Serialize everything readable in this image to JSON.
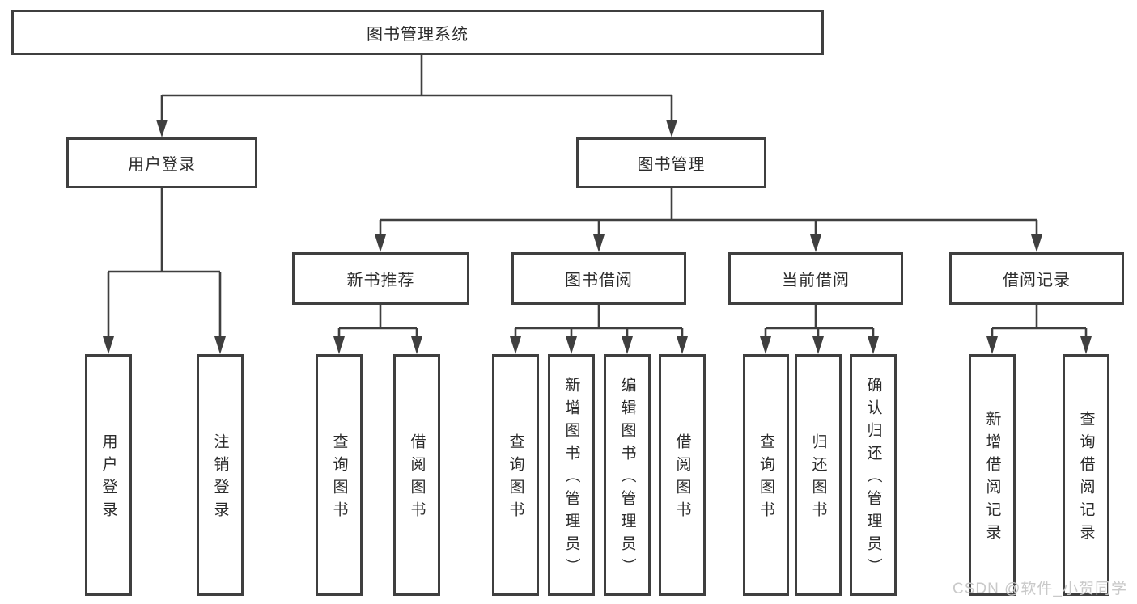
{
  "diagram": {
    "type": "hierarchy-chart",
    "colors": {
      "line": "#3f3f3f",
      "text": "#2b2b2b",
      "watermark": "#c9c9c9",
      "background": "#ffffff"
    },
    "root": {
      "label": "图书管理系统"
    },
    "level2": [
      {
        "id": "user-login",
        "label": "用户登录",
        "parent": "图书管理系统"
      },
      {
        "id": "book-management",
        "label": "图书管理",
        "parent": "图书管理系统"
      }
    ],
    "level3": [
      {
        "id": "new-book-recommend",
        "label": "新书推荐",
        "parent": "图书管理"
      },
      {
        "id": "book-borrowing",
        "label": "图书借阅",
        "parent": "图书管理"
      },
      {
        "id": "current-borrowing",
        "label": "当前借阅",
        "parent": "图书管理"
      },
      {
        "id": "borrowing-records",
        "label": "借阅记录",
        "parent": "图书管理"
      }
    ],
    "leaves": [
      {
        "label": "用户登录",
        "parent": "用户登录"
      },
      {
        "label": "注销登录",
        "parent": "用户登录"
      },
      {
        "label": "查询图书",
        "parent": "新书推荐"
      },
      {
        "label": "借阅图书",
        "parent": "新书推荐"
      },
      {
        "label": "查询图书",
        "parent": "图书借阅"
      },
      {
        "label": "新增图书（管理员）",
        "parent": "图书借阅"
      },
      {
        "label": "编辑图书（管理员）",
        "parent": "图书借阅"
      },
      {
        "label": "借阅图书",
        "parent": "图书借阅"
      },
      {
        "label": "查询图书",
        "parent": "当前借阅"
      },
      {
        "label": "归还图书",
        "parent": "当前借阅"
      },
      {
        "label": "确认归还（管理员）",
        "parent": "当前借阅"
      },
      {
        "label": "新增借阅记录",
        "parent": "借阅记录"
      },
      {
        "label": "查询借阅记录",
        "parent": "借阅记录"
      }
    ],
    "watermark": "CSDN @软件_小贺同学"
  }
}
